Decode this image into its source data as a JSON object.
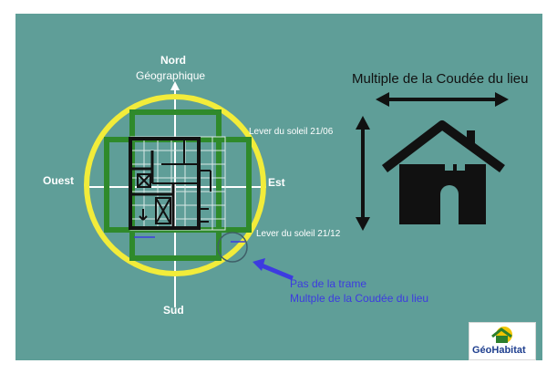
{
  "diagram": {
    "north_label": "Nord",
    "north_sub_label": "Géographique",
    "west_label": "Ouest",
    "east_label": "Est",
    "south_label": "Sud",
    "sunrise_june_label": "Lever du soleil  21/06",
    "sunrise_december_label": "Lever du soleil  21/12",
    "grid_note_line1": "Pas de la trame",
    "grid_note_line2": "Multple de la Coudée du lieu",
    "right_title": "Multiple de la Coudée du lieu"
  },
  "logo": {
    "text": "GéoHabitat"
  },
  "colors": {
    "background": "#5f9e98",
    "circle": "#f2ec3a",
    "grid_frame": "#2f8a2b",
    "plan_lines": "#111111",
    "arrow": "#3d3be0",
    "text": "#ffffff",
    "house": "#111111"
  }
}
